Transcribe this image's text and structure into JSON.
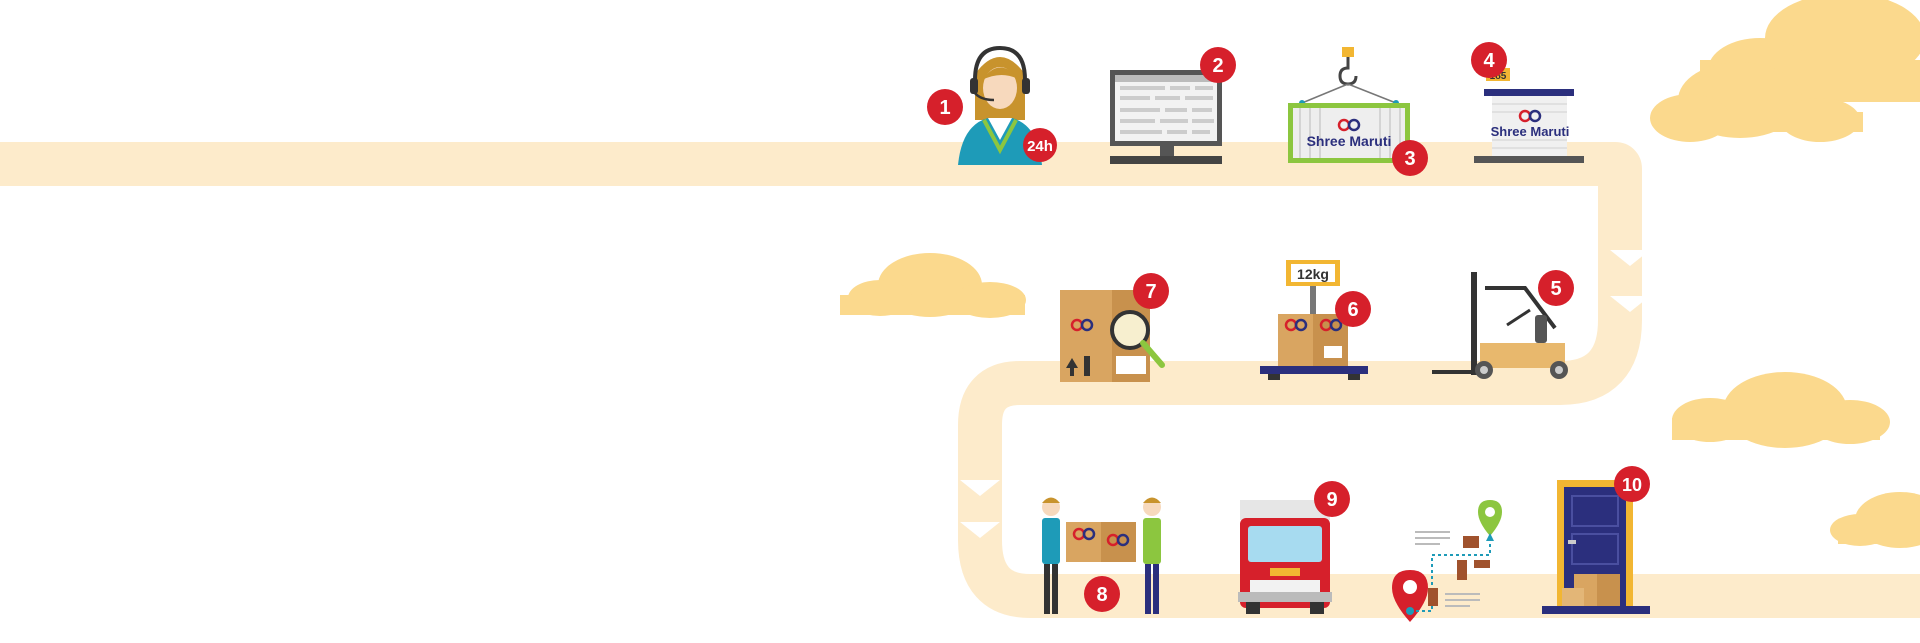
{
  "brand": {
    "logo_text": "Shree Maruti",
    "colors": {
      "path": "#fdebcb",
      "cloud": "#fbd98d",
      "badge": "#d6202b",
      "box": "#d9a561",
      "brand_blue": "#2b2f7d",
      "brand_red": "#d6202b"
    }
  },
  "steps": [
    {
      "number": "1",
      "icon": "customer-support-icon",
      "tag": "24h"
    },
    {
      "number": "2",
      "icon": "computer-booking-icon"
    },
    {
      "number": "3",
      "icon": "container-crane-icon"
    },
    {
      "number": "4",
      "icon": "warehouse-icon",
      "tag": "185"
    },
    {
      "number": "5",
      "icon": "forklift-icon"
    },
    {
      "number": "6",
      "icon": "weighing-scale-icon",
      "tag": "12kg"
    },
    {
      "number": "7",
      "icon": "package-inspection-icon"
    },
    {
      "number": "8",
      "icon": "package-handover-icon"
    },
    {
      "number": "9",
      "icon": "delivery-truck-icon"
    },
    {
      "number": "10",
      "icon": "doorstep-delivery-icon"
    }
  ],
  "route": {
    "icon": "route-tracking-icon"
  }
}
